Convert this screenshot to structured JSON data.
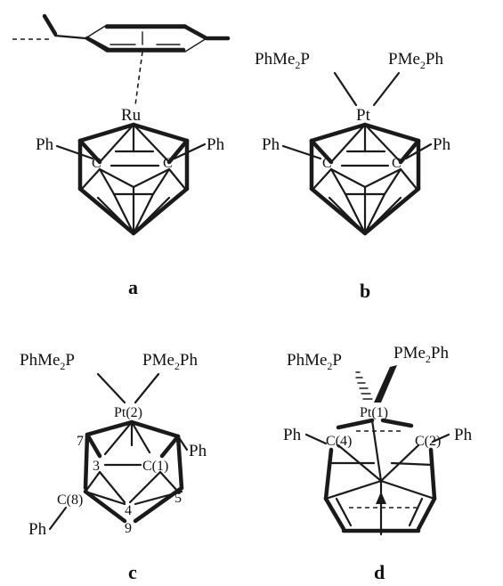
{
  "panels": [
    {
      "letter": "a",
      "metal": "Ru",
      "carbons": [
        "C",
        "C"
      ],
      "substituents": [
        "Ph",
        "Ph"
      ]
    },
    {
      "letter": "b",
      "metal": "Pt",
      "ligands": [
        {
          "pre": "PhMe",
          "sub": "2",
          "post": "P"
        },
        {
          "pre": "PMe",
          "sub": "2",
          "post": "Ph"
        }
      ],
      "carbons": [
        "C",
        "C"
      ],
      "substituents": [
        "Ph",
        "Ph"
      ]
    },
    {
      "letter": "c",
      "metal": "Pt(2)",
      "ligands": [
        {
          "pre": "PhMe",
          "sub": "2",
          "post": "P"
        },
        {
          "pre": "PMe",
          "sub": "2",
          "post": "Ph"
        }
      ],
      "carbons": [
        "C(1)",
        "C(8)"
      ],
      "vertex_numbers": [
        "7",
        "3",
        "5",
        "4",
        "9"
      ],
      "substituents": [
        "Ph",
        "Ph"
      ]
    },
    {
      "letter": "d",
      "metal": "Pt(1)",
      "ligands": [
        {
          "pre": "PhMe",
          "sub": "2",
          "post": "P"
        },
        {
          "pre": "PMe",
          "sub": "2",
          "post": "Ph"
        }
      ],
      "carbons": [
        "C(4)",
        "C(2)"
      ],
      "substituents": [
        "Ph",
        "Ph"
      ]
    }
  ]
}
